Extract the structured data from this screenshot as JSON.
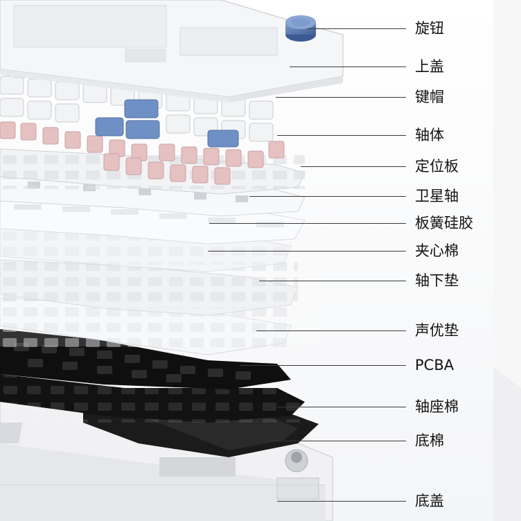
{
  "diagram": {
    "labels": [
      "旋钮",
      "上盖",
      "键帽",
      "轴体",
      "定位板",
      "卫星轴",
      "板簧硅胶",
      "夹心棉",
      "轴下垫",
      "声优垫",
      "PCBA",
      "轴座棉",
      "底棉",
      "底盖"
    ]
  },
  "colors": {
    "background": "#ffffff",
    "knob": "#5a78ad",
    "keycap_white": "#f1f2f4",
    "keycap_blue": "#6e8fc4",
    "switch_pink": "#e7c3c4",
    "black_layer": "#141414",
    "leader_line": "#3a3a3a"
  }
}
